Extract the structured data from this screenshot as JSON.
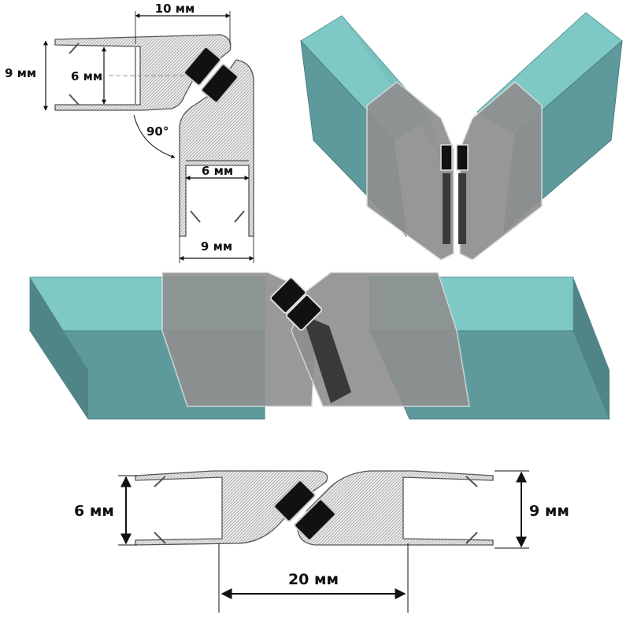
{
  "colors": {
    "glass_face": "#7ec8c6",
    "glass_side": "#5e9a9c",
    "glass_dark": "#4f8587",
    "profile_fill": "#8f8f8f",
    "profile_edge": "#d9d9d9",
    "magnet": "#111111",
    "dimension_line": "#111111"
  },
  "corner_profile": {
    "label_width_top": "10 мм",
    "label_height_outer": "9 мм",
    "label_height_inner": "6 мм",
    "label_angle": "90°",
    "label_inner_bottom": "6 мм",
    "label_outer_bottom": "9 мм"
  },
  "straight_profile": {
    "label_inner": "6 мм",
    "label_outer": "9 мм",
    "label_width": "20 мм"
  },
  "icons": {
    "corner_section": "corner-profile-section-icon",
    "corner_3d": "corner-glass-3d-icon",
    "straight_3d": "straight-glass-3d-icon",
    "straight_section": "straight-profile-section-icon"
  }
}
